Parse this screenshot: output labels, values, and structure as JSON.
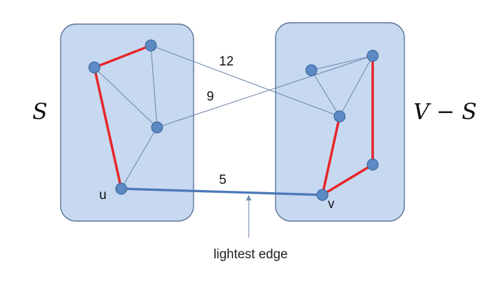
{
  "set_labels": {
    "left": "S",
    "right": "V − S"
  },
  "edge_weights": {
    "e12": "12",
    "e9": "9",
    "e5": "5"
  },
  "node_labels": {
    "u": "u",
    "v": "v"
  },
  "caption": "lightest edge",
  "colors": {
    "region_fill": "#c6d9f1",
    "mst_edge": "#e8262a",
    "lightest_edge": "#4d79b8",
    "node": "#5b8ac4",
    "graph_edge": "#7189ad"
  }
}
